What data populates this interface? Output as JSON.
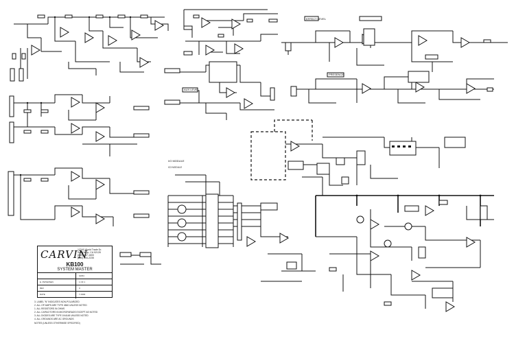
{
  "title_block": {
    "logo": "CARVIN",
    "address": "12340 World Trade Dr.\nSan Diego, CA 92128\n(619) 487-1600\n(800) 854-2235",
    "model": "KB100",
    "title": "SYSTEM MASTER",
    "rows": [
      {
        "left": "",
        "right": "GR64"
      },
      {
        "left": "E. PETERSEN",
        "right": "1 OF 1"
      },
      {
        "left": "REV",
        "right": "C"
      },
      {
        "left": "DATE",
        "right": "7-1994"
      }
    ]
  },
  "notes": [
    "3. LABEL \"N\" INDICATES NON-POLARIZED",
    "2. ALL OP AMPS ARE TYPE 4560 UNLESS NOTED",
    "1. ALL RESISTORS IN OHMS",
    "2. ALL CAPACITORS IN MICROFARADS EXCEPT AS NOTED",
    "3. ALL DIODES ARE TYPE 1N4148 UNLESS NOTED",
    "4. ALL GROUNDS ARE AC GROUNDS",
    "NOTES (UNLESS OTHERWISE SPECIFIED)"
  ],
  "schematic": {
    "section_labels": [
      "EFFECT LEVEL",
      "AUX LEVEL",
      "PRESENCE",
      "I/O MODULE"
    ],
    "io_note": "IC3 MODULE",
    "colors": {
      "ink": "#111111",
      "paper": "#ffffff"
    }
  }
}
